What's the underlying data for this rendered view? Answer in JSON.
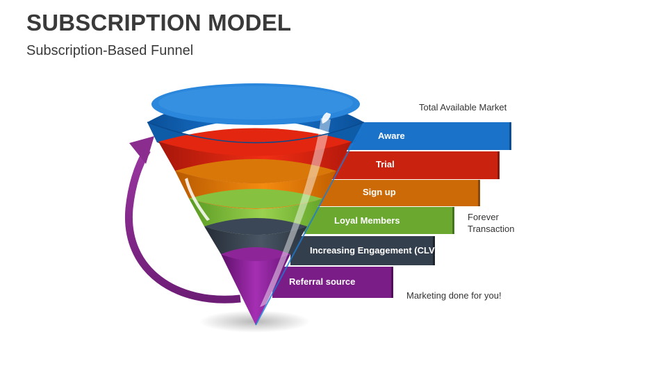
{
  "header": {
    "title": "SUBSCRIPTION MODEL",
    "subtitle": "Subscription-Based Funnel"
  },
  "funnel": {
    "stages": [
      {
        "label": "Aware",
        "color": "#1a73c9"
      },
      {
        "label": "Trial",
        "color": "#c9220f"
      },
      {
        "label": "Sign up",
        "color": "#cc6a08"
      },
      {
        "label": "Loyal Members",
        "color": "#6aa82f"
      },
      {
        "label": "Increasing Engagement (CLV)",
        "color": "#343f4d"
      },
      {
        "label": "Referral source",
        "color": "#7a1d86"
      }
    ],
    "cycle_arrow_color": "#8a2d8f"
  },
  "notes": {
    "top": "Total Available Market",
    "middle_line1": "Forever",
    "middle_line2": "Transaction",
    "bottom": "Marketing done for you!"
  }
}
